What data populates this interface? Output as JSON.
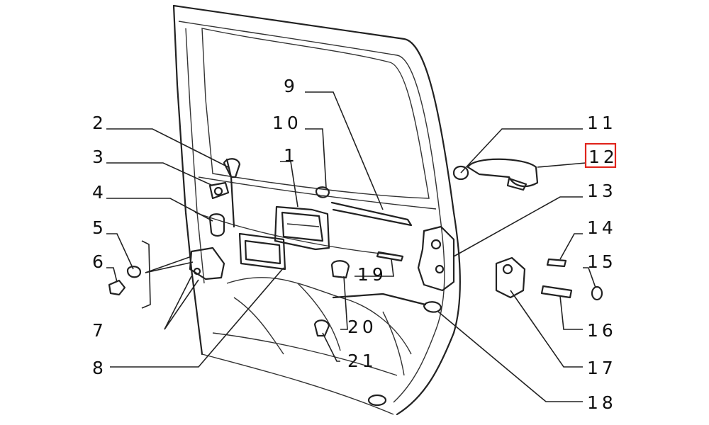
{
  "callouts": [
    {
      "id": "1",
      "label": "1"
    },
    {
      "id": "2",
      "label": "2"
    },
    {
      "id": "3",
      "label": "3"
    },
    {
      "id": "4",
      "label": "4"
    },
    {
      "id": "5",
      "label": "5"
    },
    {
      "id": "6",
      "label": "6"
    },
    {
      "id": "7",
      "label": "7"
    },
    {
      "id": "8",
      "label": "8"
    },
    {
      "id": "9",
      "label": "9"
    },
    {
      "id": "10",
      "label": "10"
    },
    {
      "id": "11",
      "label": "11"
    },
    {
      "id": "12",
      "label": "12"
    },
    {
      "id": "13",
      "label": "13"
    },
    {
      "id": "14",
      "label": "14"
    },
    {
      "id": "15",
      "label": "15"
    },
    {
      "id": "16",
      "label": "16"
    },
    {
      "id": "17",
      "label": "17"
    },
    {
      "id": "18",
      "label": "18"
    },
    {
      "id": "19",
      "label": "19"
    },
    {
      "id": "20",
      "label": "20"
    },
    {
      "id": "21",
      "label": "21"
    }
  ],
  "highlight": {
    "callout": "12",
    "color": "#e0241b"
  }
}
